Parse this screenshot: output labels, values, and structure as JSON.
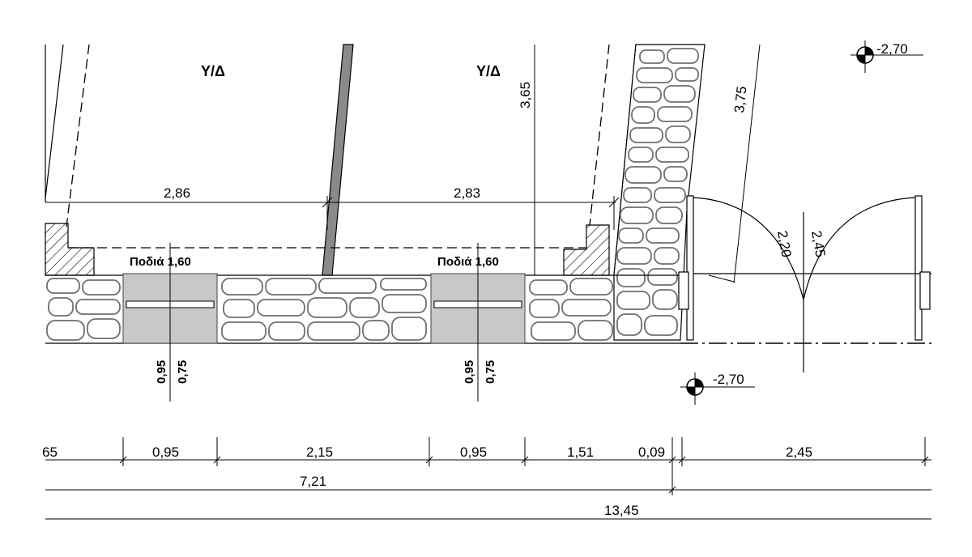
{
  "rooms": {
    "left_label": "Υ/Δ",
    "right_label": "Υ/Δ"
  },
  "windows": {
    "left_sill": "Ποδιά 1,60",
    "right_sill": "Ποδιά 1,60",
    "left_width": "0,95",
    "left_height": "0,75",
    "right_width": "0,95",
    "right_height": "0,75"
  },
  "interior_dims": {
    "left_room_width": "2,86",
    "right_room_width": "2,83",
    "room_depth": "3,65",
    "stair_depth": "3,75",
    "door_leaf_a": "2,20",
    "door_leaf_b": "2,45"
  },
  "levels": {
    "top_right": "-2,70",
    "bottom": "-2,70"
  },
  "bottom_dims": {
    "row1": [
      "65",
      "0,95",
      "2,15",
      "0,95",
      "1,51",
      "0,09",
      "2,45"
    ],
    "row2_total": "7,21",
    "row3_total": "13,45"
  },
  "colors": {
    "stone_stroke": "#6f6f6f",
    "window_fill": "#c8c8c8",
    "partition_fill": "#8a8a8a"
  }
}
